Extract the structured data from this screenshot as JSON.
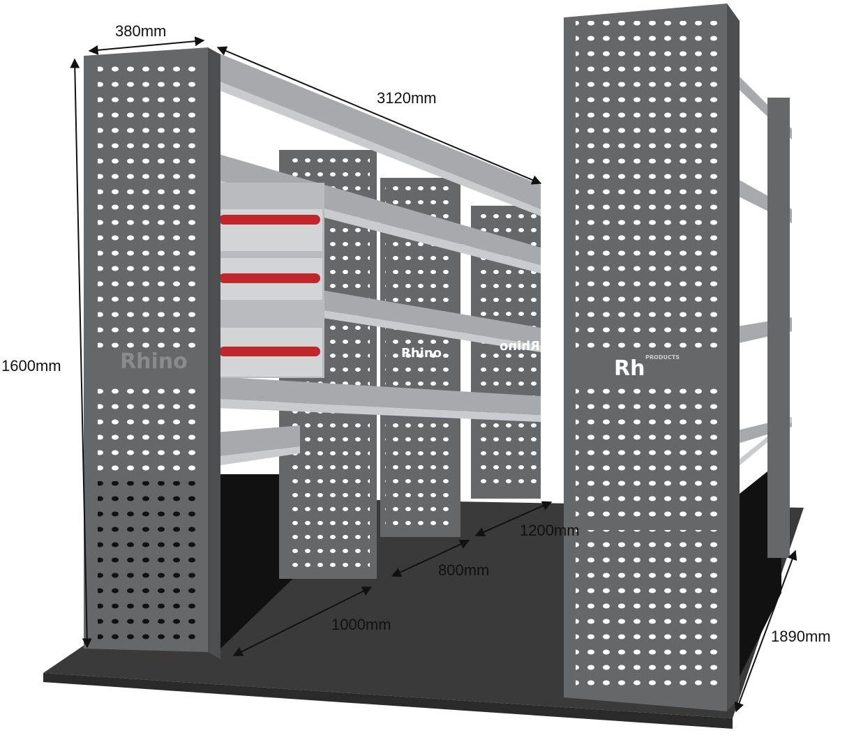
{
  "dimensions": {
    "width_top": "380mm",
    "length_top": "3120mm",
    "height": "1600mm",
    "bay_1": "1000mm",
    "bay_2": "800mm",
    "bay_3": "1200mm",
    "floor_width": "1890mm"
  },
  "brand": {
    "name": "Rhino",
    "sub": "PRODUCTS",
    "name_partial": "Rh"
  },
  "colors": {
    "panel": "#666769",
    "panel_dark": "#4d4e50",
    "shelf": "#a7a9ac",
    "shelf_light": "#c9cbce",
    "floor": "#3a3a3a",
    "drawer_handle": "#c0272d",
    "hole": "#ffffff"
  }
}
